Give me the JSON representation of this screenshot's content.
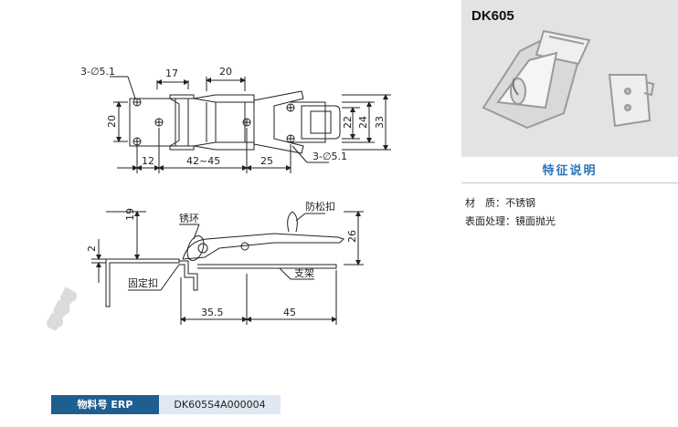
{
  "product": {
    "code": "DK605",
    "section_title": "特征说明",
    "specs": [
      {
        "label": "材　质：",
        "value": "不锈钢"
      },
      {
        "label": "表面处理：",
        "value": "镜面抛光"
      }
    ]
  },
  "erp": {
    "label": "物料号 ERP",
    "value": "DK605S4A000004"
  },
  "watermark": "SJ SJ SJ",
  "drawing": {
    "top_view": {
      "hole_label_left": "3-∅5.1",
      "hole_label_right": "3-∅5.1",
      "dim_17": "17",
      "dim_20_top": "20",
      "dim_20_left": "20",
      "dim_12": "12",
      "dim_42_45": "42~45",
      "dim_25": "25",
      "dim_22": "22",
      "dim_24": "24",
      "dim_33": "33"
    },
    "side_view": {
      "dim_19": "19",
      "dim_2": "2",
      "dim_26": "26",
      "dim_35_5": "35.5",
      "dim_45": "45",
      "label_ring": "锈环",
      "label_lock": "防松扣",
      "label_fixed": "固定扣",
      "label_bracket": "支架"
    }
  },
  "colors": {
    "header_bg": "#e3e3e3",
    "title_blue": "#2a73b8",
    "erp_dark": "#1f5f8f",
    "erp_light": "#dfe8f3"
  }
}
